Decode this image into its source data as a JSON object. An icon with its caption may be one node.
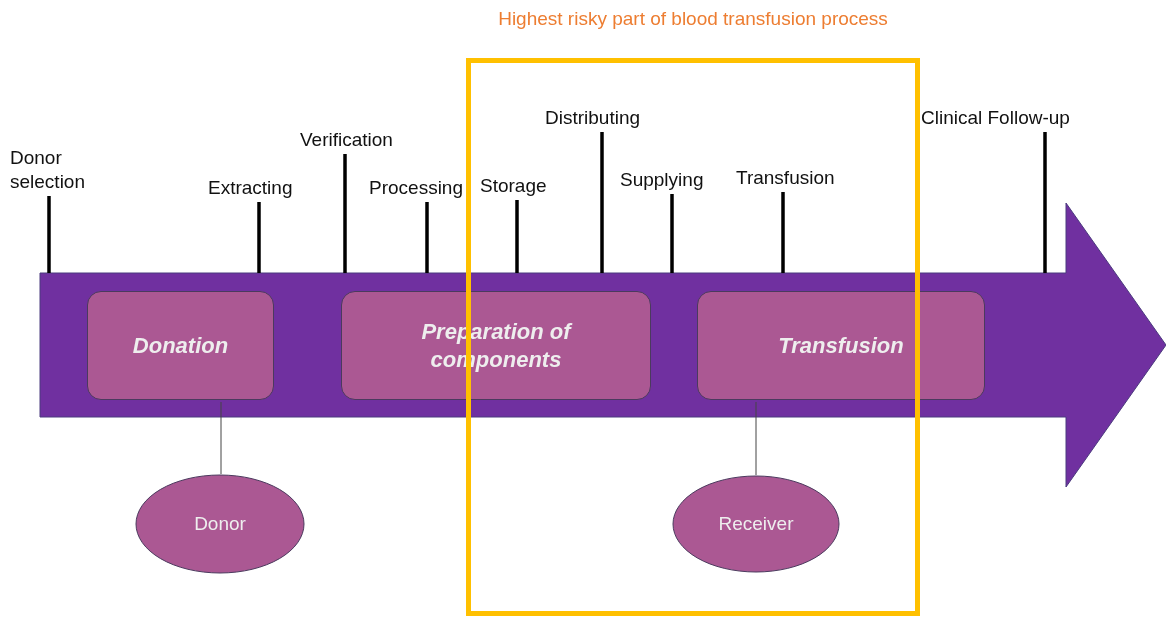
{
  "diagram": {
    "nodes": [
      {
        "text": [],
        "shape": "arrow"
      },
      {
        "text": [
          "Donation"
        ],
        "in": 0
      },
      {
        "text": [
          "Preparation of components"
        ],
        "in": 0
      },
      {
        "text": [
          "Transfusion"
        ],
        "in": 0
      },
      {
        "text": [
          "Donor"
        ]
      },
      {
        "text": [
          "Receiver"
        ]
      },
      {
        "text": [
          "Highest risky part of blood transfusion process"
        ]
      },
      {
        "text": [
          "Donor selection"
        ]
      },
      {
        "text": [
          "Extracting"
        ]
      },
      {
        "text": [
          "Verification"
        ]
      },
      {
        "text": [
          "Processing"
        ]
      },
      {
        "text": [
          "Storage"
        ]
      },
      {
        "text": [
          "Distributing"
        ]
      },
      {
        "text": [
          "Supplying"
        ]
      },
      {
        "text": [
          "Transfusion"
        ]
      },
      {
        "text": [
          "Clinical Follow-up"
        ]
      }
    ],
    "edges": [
      {
        "from": 1,
        "to": 4,
        "arrow": "none"
      },
      {
        "from": 3,
        "to": 5,
        "arrow": "none"
      },
      {
        "from": 7,
        "to": 0,
        "arrow": "none"
      },
      {
        "from": 8,
        "to": 0,
        "arrow": "none"
      },
      {
        "from": 9,
        "to": 0,
        "arrow": "none"
      },
      {
        "from": 10,
        "to": 0,
        "arrow": "none"
      },
      {
        "from": 11,
        "to": 0,
        "arrow": "none"
      },
      {
        "from": 12,
        "to": 0,
        "arrow": "none"
      },
      {
        "from": 13,
        "to": 0,
        "arrow": "none"
      },
      {
        "from": 14,
        "to": 0,
        "arrow": "none"
      },
      {
        "from": 15,
        "to": 0,
        "arrow": "none"
      }
    ]
  }
}
